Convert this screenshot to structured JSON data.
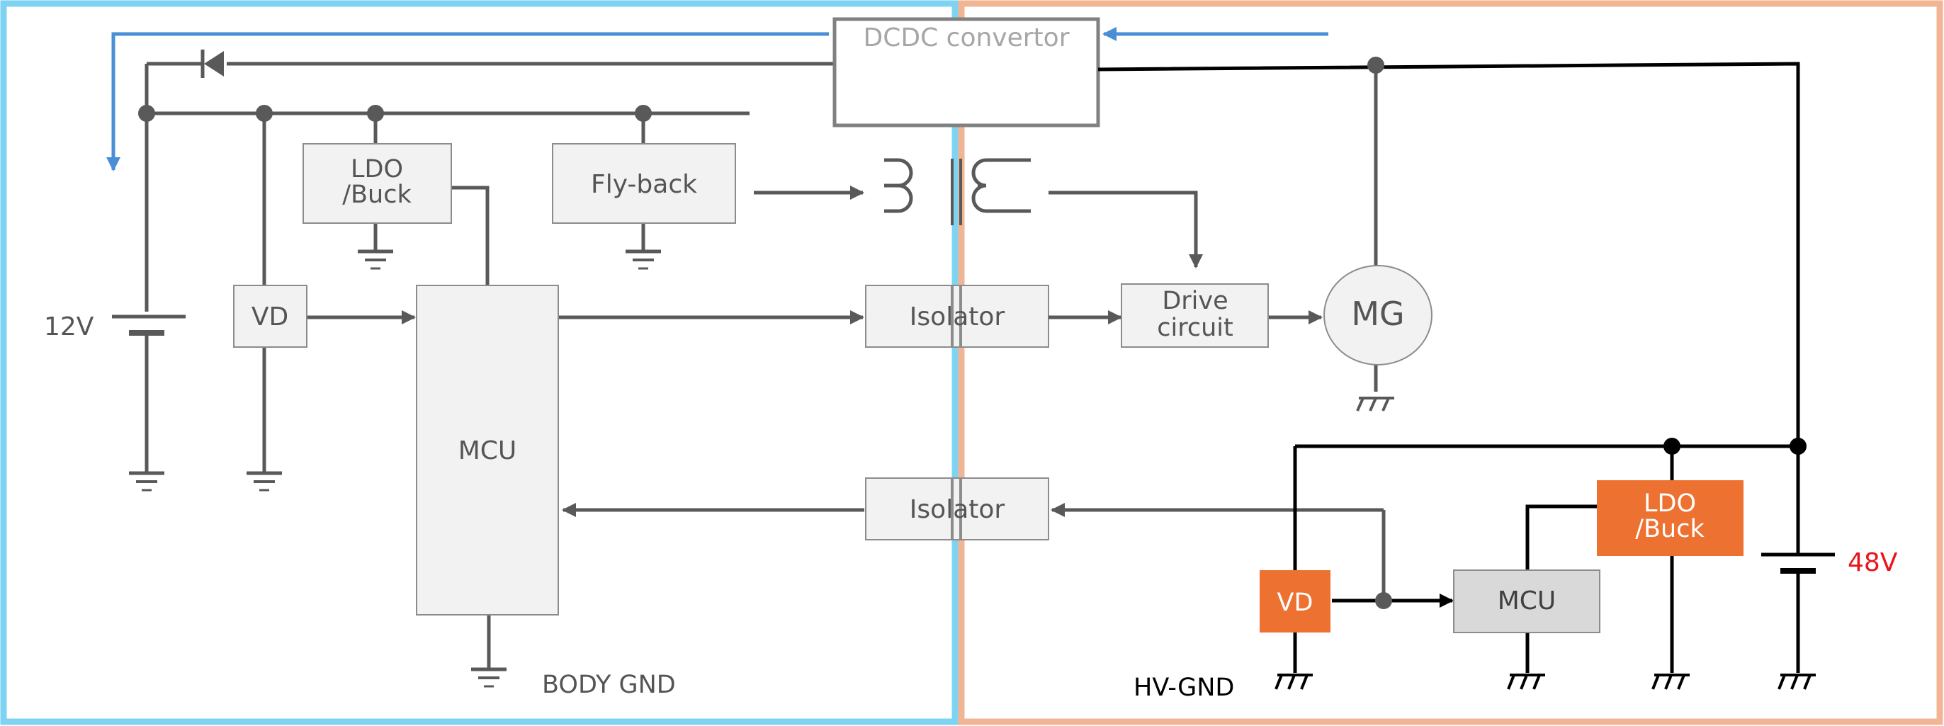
{
  "regions": {
    "low_voltage": {
      "ground_label": "BODY GND",
      "battery_label": "12V",
      "border_color": "#7fd3f2"
    },
    "high_voltage": {
      "ground_label": "HV-GND",
      "battery_label": "48V",
      "border_color": "#f2b594",
      "battery_label_color": "#e8151b"
    }
  },
  "blocks": {
    "dcdc": "DCDC convertor",
    "ldo_left_line1": "LDO",
    "ldo_left_line2": "/Buck",
    "flyback": "Fly-back",
    "vd_left": "VD",
    "mcu_left": "MCU",
    "isolator_top": "Isolator",
    "isolator_bottom": "Isolator",
    "drive_line1": "Drive",
    "drive_line2": "circuit",
    "mg": "MG",
    "ldo_right_line1": "LDO",
    "ldo_right_line2": "/Buck",
    "vd_right": "VD",
    "mcu_right": "MCU"
  },
  "colors": {
    "wire": "#595959",
    "hv_wire": "#000000",
    "current_flow": "#4a8fd6",
    "hv_block_fill": "#ed7232",
    "block_fill": "#f2f2f2",
    "block_border": "#8c8c8c"
  }
}
